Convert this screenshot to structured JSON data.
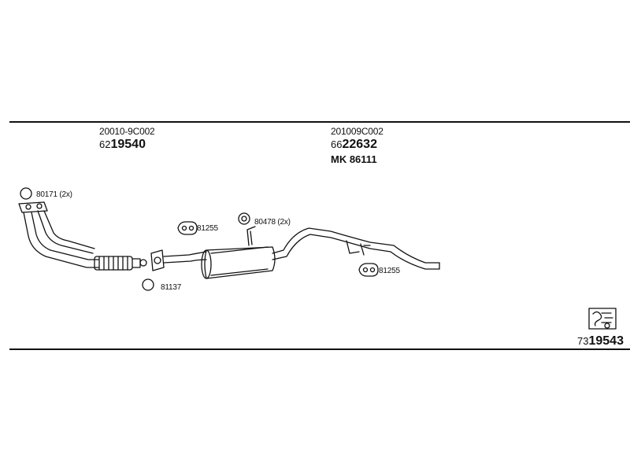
{
  "header": {
    "left": {
      "code": "20010-9C002",
      "part_prefix": "62",
      "part_main": "19540"
    },
    "right": {
      "code": "201009C002",
      "part_prefix": "66",
      "part_main": "22632",
      "mk": "MK  86111"
    }
  },
  "callouts": {
    "c80171": "80171 (2x)",
    "c81255a": "81255",
    "c80478": "80478 (2x)",
    "c81255b": "81255",
    "c81137": "81137"
  },
  "footer": {
    "part_prefix": "73",
    "part_main": "19543"
  },
  "icons": {
    "kit": "mounting-kit-icon"
  }
}
